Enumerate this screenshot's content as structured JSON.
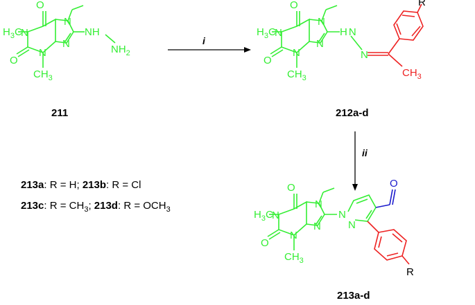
{
  "compounds": {
    "c211": "211",
    "c212": "212a-d",
    "c213": "213a-d"
  },
  "conditions": {
    "step1": "i",
    "step2": "ii"
  },
  "atoms": {
    "h3c": "H",
    "three": "3",
    "c": "C",
    "ch": "CH",
    "n": "N",
    "o": "O",
    "nh": "NH",
    "nh2_sub": "2",
    "hn": "H",
    "r": "R"
  },
  "legend": {
    "line1": {
      "a_id": "213a",
      "a_text": ": R = H; ",
      "b_id": "213b",
      "b_text": ": R = Cl"
    },
    "line2": {
      "c_id": "213c",
      "c_text": ": R = CH",
      "c_sub": "3",
      "sep": "; ",
      "d_id": "213d",
      "d_text": ": R = OCH",
      "d_sub": "3"
    }
  },
  "colors": {
    "xanthine": "#33ee33",
    "aryl": "#ee2222",
    "aldehyde": "#1a1acc",
    "text": "#000000"
  }
}
